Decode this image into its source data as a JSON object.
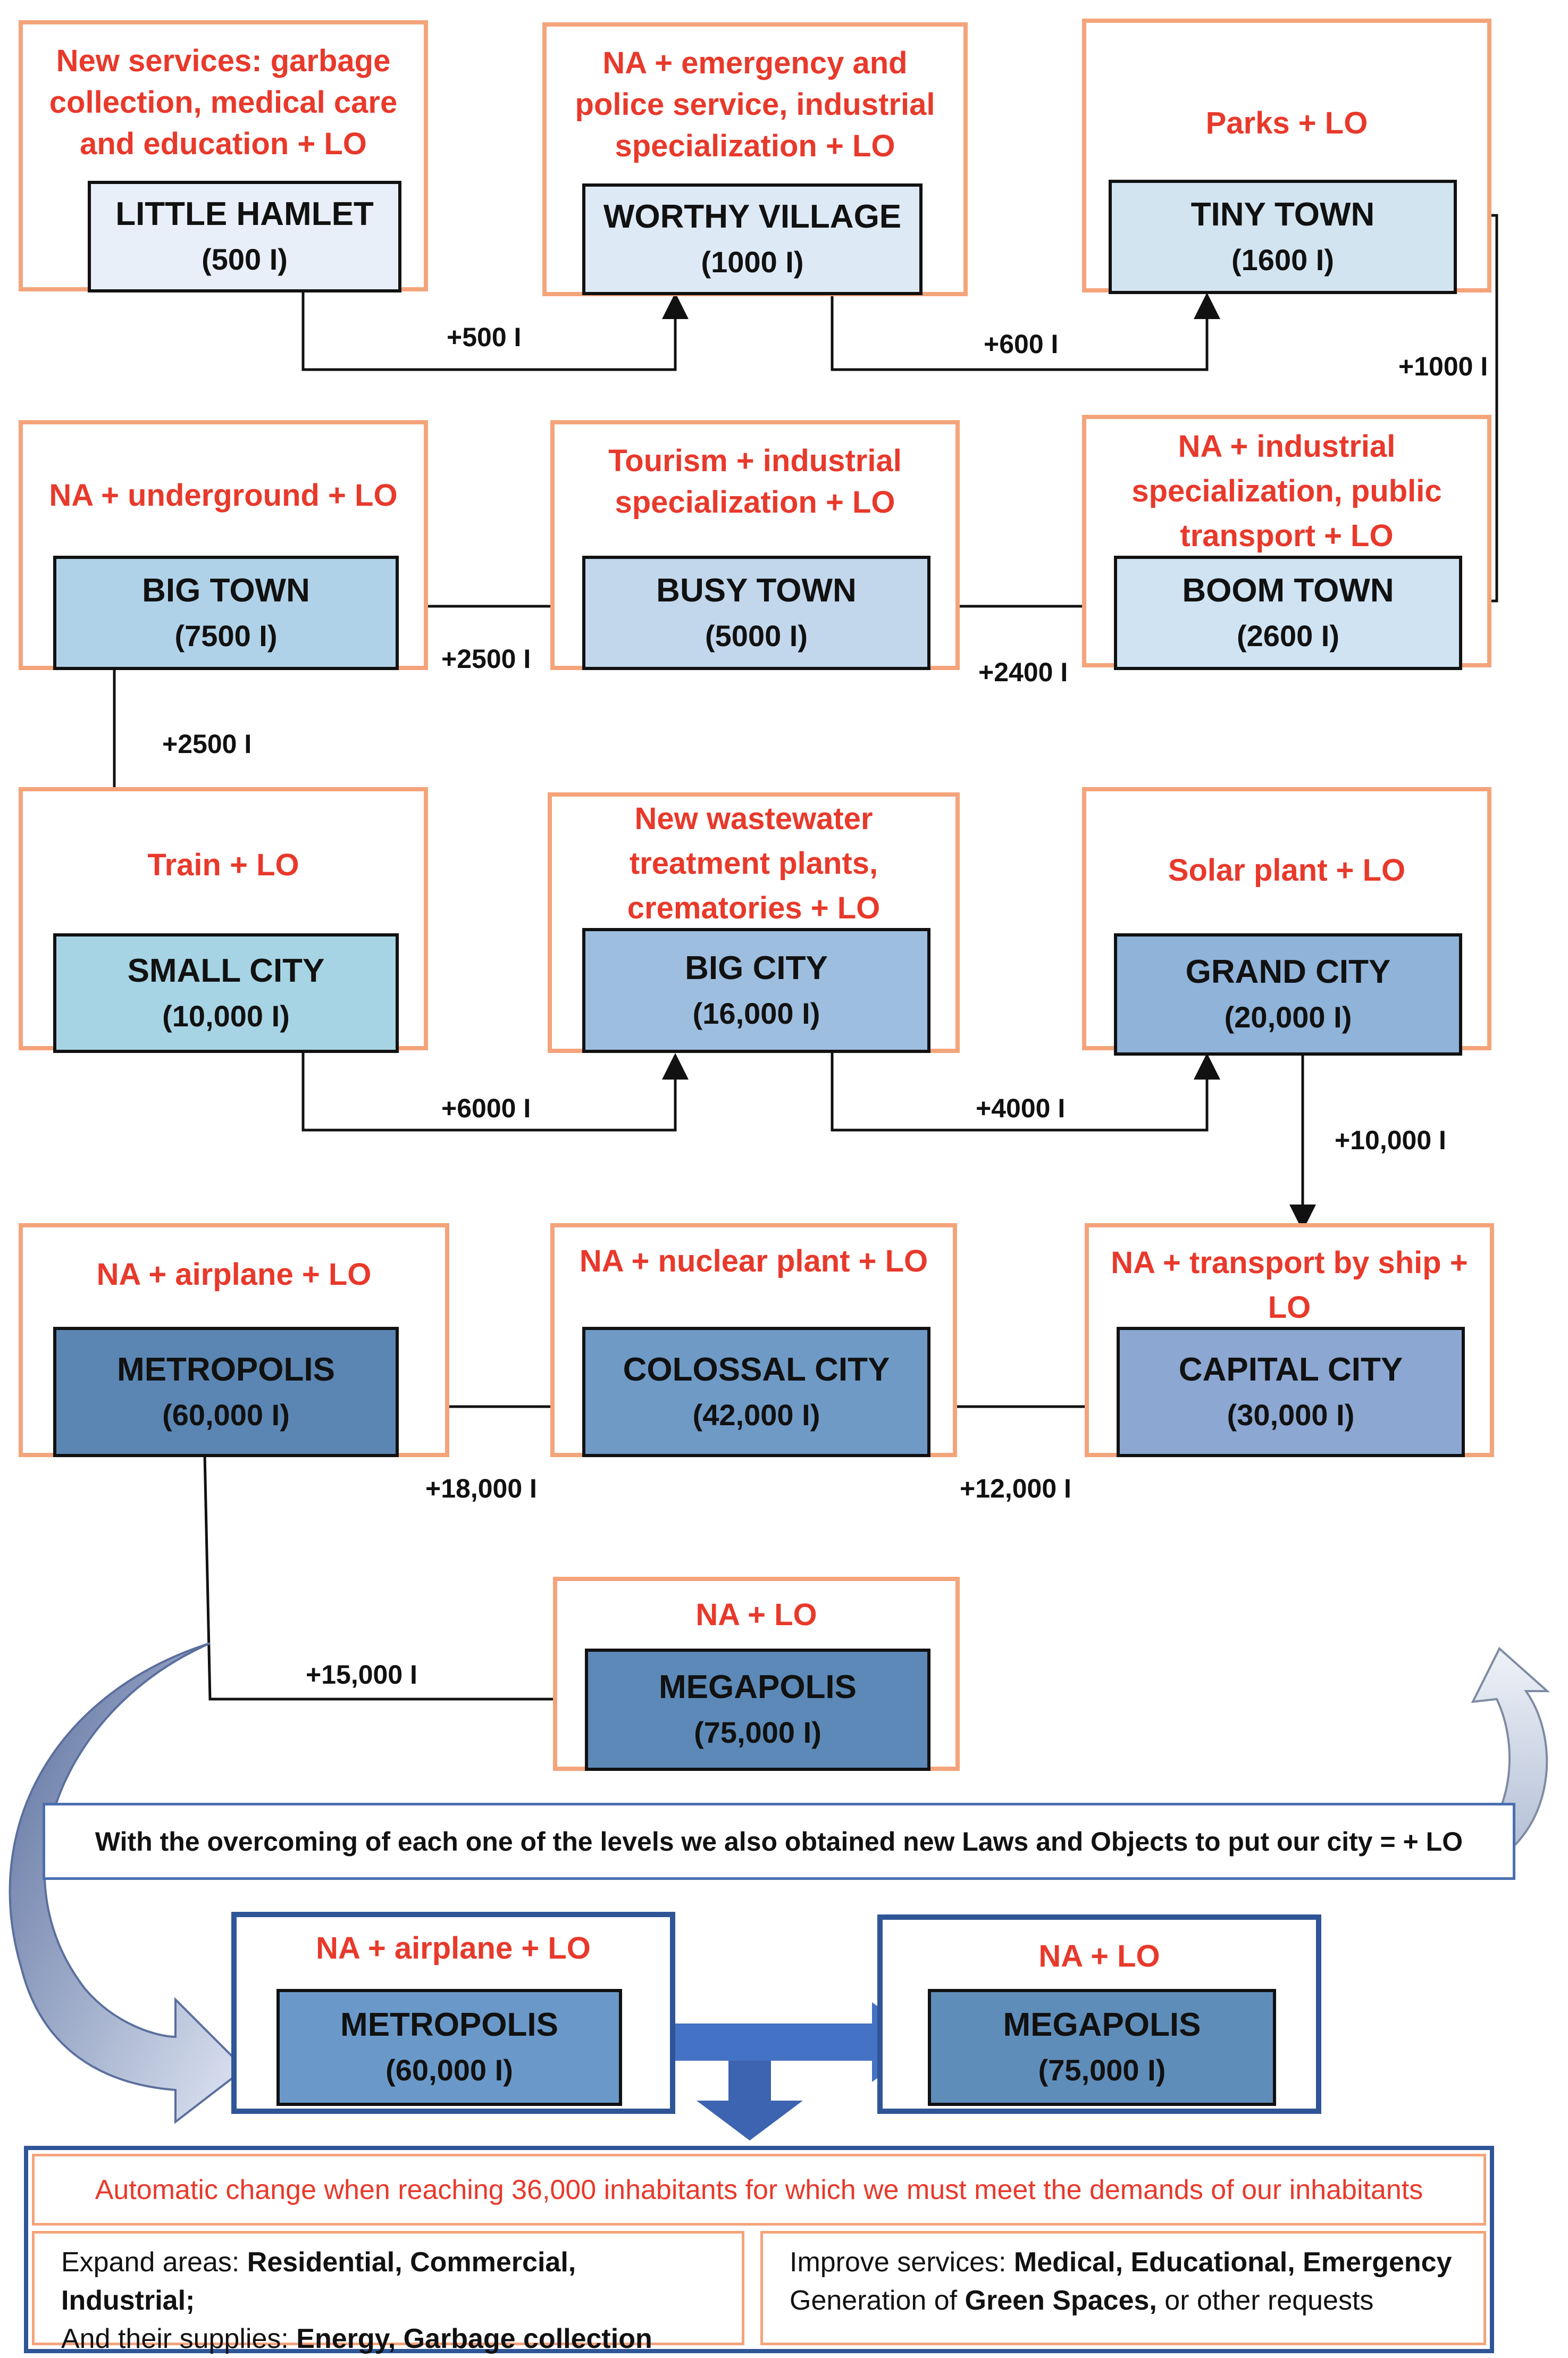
{
  "colors": {
    "label_red": "#e8392b",
    "outer_border": "#f4a47a",
    "frame_blue": "#2f5597"
  },
  "cities": {
    "little_hamlet": {
      "name": "LITTLE HAMLET",
      "pop": "(500 I)",
      "label": "New services: garbage collection, medical care and education + LO"
    },
    "worthy_village": {
      "name": "WORTHY VILLAGE",
      "pop": "(1000 I)",
      "label": "NA + emergency and police service, industrial specialization + LO"
    },
    "tiny_town": {
      "name": "TINY TOWN",
      "pop": "(1600 I)",
      "label": "Parks + LO"
    },
    "big_town": {
      "name": "BIG TOWN",
      "pop": "(7500 I)",
      "label": "NA + underground + LO"
    },
    "busy_town": {
      "name": "BUSY TOWN",
      "pop": "(5000 I)",
      "label": "Tourism + industrial specialization + LO"
    },
    "boom_town": {
      "name": "BOOM TOWN",
      "pop": "(2600 I)",
      "label": "NA + industrial specialization, public transport + LO"
    },
    "small_city": {
      "name": "SMALL CITY",
      "pop": "(10,000 I)",
      "label": "Train + LO"
    },
    "big_city": {
      "name": "BIG CITY",
      "pop": "(16,000 I)",
      "label": "New wastewater treatment plants, crematories + LO"
    },
    "grand_city": {
      "name": "GRAND CITY",
      "pop": "(20,000 I)",
      "label": "Solar plant + LO"
    },
    "metropolis": {
      "name": "METROPOLIS",
      "pop": "(60,000 I)",
      "label": "NA + airplane + LO"
    },
    "colossal_city": {
      "name": "COLOSSAL CITY",
      "pop": "(42,000 I)",
      "label": "NA + nuclear plant + LO"
    },
    "capital_city": {
      "name": "CAPITAL CITY",
      "pop": "(30,000 I)",
      "label": "NA + transport by ship + LO"
    },
    "megapolis": {
      "name": "MEGAPOLIS",
      "pop": "(75,000 I)",
      "label": "NA + LO"
    },
    "metropolis_2": {
      "name": "METROPOLIS",
      "pop": "(60,000 I)",
      "label": "NA + airplane + LO"
    },
    "megapolis_2": {
      "name": "MEGAPOLIS",
      "pop": "(75,000 I)",
      "label": "NA + LO"
    }
  },
  "edges": {
    "e1": "+500 I",
    "e2": "+600 I",
    "e3": "+1000 I",
    "e4": "+2400 I",
    "e5": "+2500 I",
    "e6": "+2500 I",
    "e7": "+6000 I",
    "e8": "+4000 I",
    "e9": "+10,000 I",
    "e10": "+12,000 I",
    "e11": "+18,000 I",
    "e12": "+15,000 I"
  },
  "note": "With the overcoming of each one of the levels we also obtained new Laws and Objects to put our city = + LO",
  "automatic": "Automatic change when reaching 36,000 inhabitants for which we must meet the demands of our inhabitants",
  "left_panel": {
    "line1_prefix": "Expand areas: ",
    "line1_bold": "Residential, Commercial, Industrial;",
    "line2_prefix": "And their supplies: ",
    "line2_bold": "Energy, Garbage collection"
  },
  "right_panel": {
    "line1_prefix": "Improve services: ",
    "line1_bold": "Medical, Educational, Emergency",
    "line2_prefix": "Generation of ",
    "line2_bold": "Green Spaces,",
    "line2_suffix": " or other requests"
  }
}
